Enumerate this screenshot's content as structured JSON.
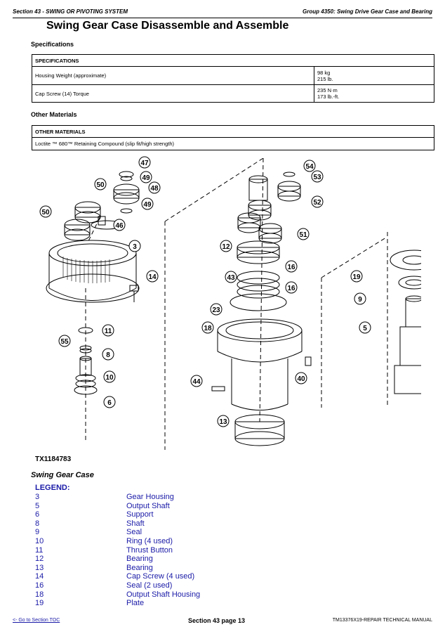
{
  "header": {
    "section": "Section 43 - SWING OR PIVOTING SYSTEM",
    "group": "Group 4350: Swing Drive Gear Case and Bearing"
  },
  "page_title": "Swing Gear Case Disassemble and Assemble",
  "specifications": {
    "heading": "Specifications",
    "table_header": "SPECIFICATIONS",
    "rows": [
      {
        "item": "Housing Weight (approximate)",
        "value1": "98 kg",
        "value2": "215 lb."
      },
      {
        "item": "Cap Screw (14) Torque",
        "value1": "235 N·m",
        "value2": "173 lb.-ft."
      }
    ]
  },
  "other_materials": {
    "heading": "Other Materials",
    "table_header": "OTHER MATERIALS",
    "rows": [
      {
        "item": "Loctite ™ 680™ Retaining Compound (slip fit/high strength)"
      }
    ]
  },
  "figure": {
    "label": "TX1184783",
    "caption": "Swing Gear Case",
    "callouts": [
      "47",
      "49",
      "50",
      "48",
      "49",
      "50",
      "46",
      "3",
      "14",
      "11",
      "55",
      "8",
      "10",
      "6",
      "54",
      "53",
      "52",
      "51",
      "12",
      "16",
      "43",
      "16",
      "23",
      "18",
      "40",
      "44",
      "13",
      "19",
      "9",
      "5"
    ]
  },
  "legend": {
    "title": "LEGEND:",
    "items": [
      {
        "num": "3",
        "name": "Gear Housing"
      },
      {
        "num": "5",
        "name": "Output Shaft"
      },
      {
        "num": "6",
        "name": "Support"
      },
      {
        "num": "8",
        "name": "Shaft"
      },
      {
        "num": "9",
        "name": "Seal"
      },
      {
        "num": "10",
        "name": "Ring (4 used)"
      },
      {
        "num": "11",
        "name": "Thrust Button"
      },
      {
        "num": "12",
        "name": "Bearing"
      },
      {
        "num": "13",
        "name": "Bearing"
      },
      {
        "num": "14",
        "name": "Cap Screw (4 used)"
      },
      {
        "num": "16",
        "name": "Seal (2 used)"
      },
      {
        "num": "18",
        "name": "Output Shaft Housing"
      },
      {
        "num": "19",
        "name": "Plate"
      }
    ]
  },
  "footer": {
    "toc_link": "<- Go to Section TOC",
    "page": "Section 43 page 13",
    "manual": "TM13376X19-REPAIR TECHNICAL MANUAL"
  },
  "colors": {
    "legend": "#1a1aa8",
    "text": "#000000"
  }
}
